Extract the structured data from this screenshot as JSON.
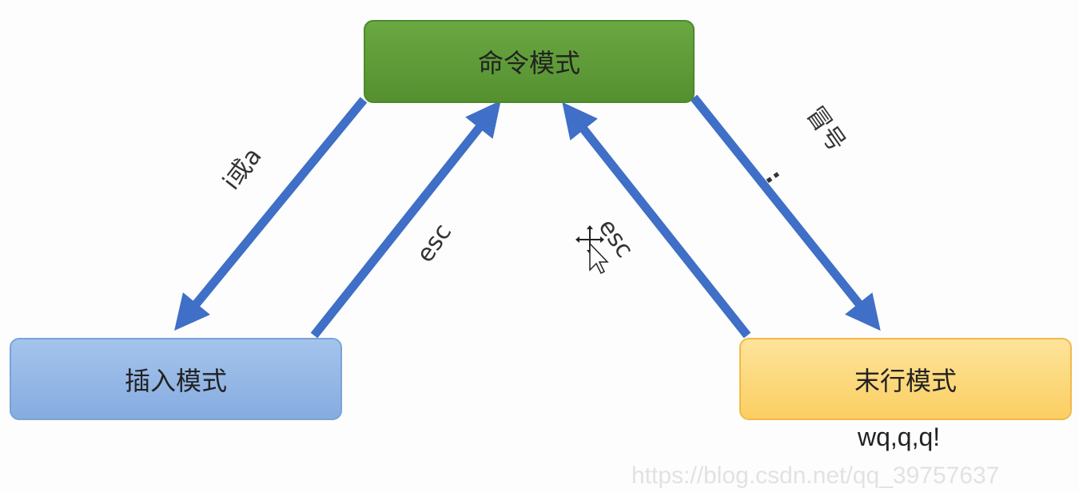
{
  "nodes": {
    "command_mode": "命令模式",
    "insert_mode": "插入模式",
    "last_line_mode": "末行模式"
  },
  "edges": {
    "command_to_insert": "i或a",
    "insert_to_command": "esc",
    "last_to_command": "esc",
    "command_to_last": "冒号",
    "command_to_last_symbol": ":",
    "last_line_commands": "wq,q,q!"
  },
  "watermark": "https://blog.csdn.net/qq_39757637",
  "colors": {
    "arrow": "#3f6fc6",
    "command_mode": "#5e9b36",
    "insert_mode": "#95b8e6",
    "last_line_mode": "#fcd870"
  }
}
